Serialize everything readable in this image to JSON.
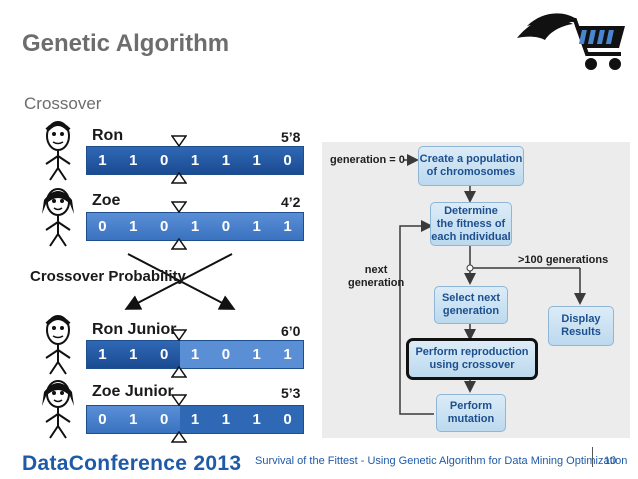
{
  "slide": {
    "title": "Genetic Algorithm",
    "subtitle": "Crossover"
  },
  "people": [
    {
      "name": "Ron",
      "height": "5’8",
      "bits": [
        "1",
        "1",
        "0",
        "1",
        "1",
        "1",
        "0"
      ]
    },
    {
      "name": "Zoe",
      "height": "4’2",
      "bits": [
        "0",
        "1",
        "0",
        "1",
        "0",
        "1",
        "1"
      ]
    },
    {
      "name": "Ron Junior",
      "height": "6’0",
      "bits": [
        "1",
        "1",
        "0",
        "1",
        "0",
        "1",
        "1"
      ]
    },
    {
      "name": "Zoe Junior",
      "height": "5’3",
      "bits": [
        "0",
        "1",
        "0",
        "1",
        "1",
        "1",
        "0"
      ]
    }
  ],
  "crossover": {
    "label": "Crossover Probability"
  },
  "flowchart": {
    "start_label": "generation = 0",
    "box_create": [
      "Create a population",
      "of chromosomes"
    ],
    "box_fitness": [
      "Determine",
      "the fitness of",
      "each individual"
    ],
    "box_select": [
      "Select next",
      "generation"
    ],
    "box_reproduce": [
      "Perform reproduction",
      "using crossover"
    ],
    "box_mutate": [
      "Perform",
      "mutation"
    ],
    "box_display": [
      "Display",
      "Results"
    ],
    "label_next": [
      "next",
      "generation"
    ],
    "label_limit": ">100 generations"
  },
  "footer": {
    "logo": "DataConference 2013",
    "text": "Survival of the Fittest - Using Genetic Algorithm for Data Mining Optimization",
    "page": "10"
  },
  "colors": {
    "title_gray": "#6d6d6d",
    "chromosome_blue": "#2f68b5",
    "flow_text_blue": "#1d4f8e",
    "footer_blue": "#1e5aa8"
  }
}
